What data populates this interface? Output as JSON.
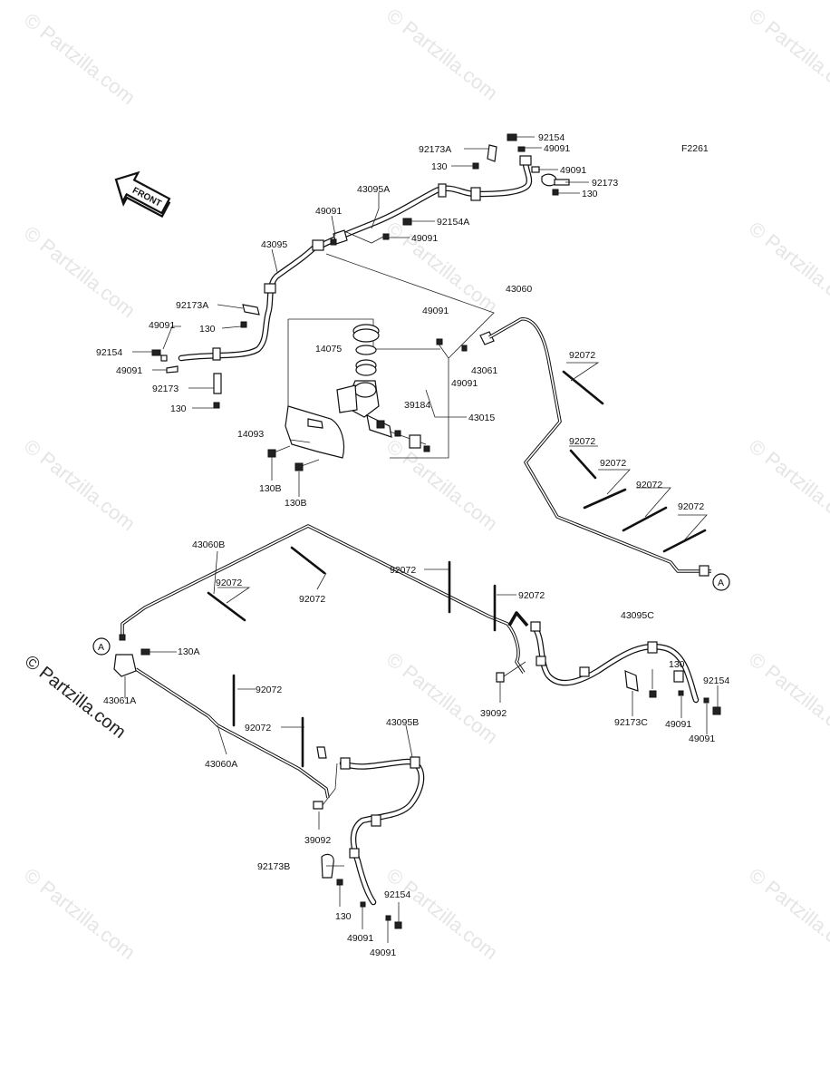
{
  "diagram": {
    "figure_code": "F2261",
    "front_label": "FRONT",
    "watermark": "© Partzilla.com",
    "connector_a": "A",
    "labels": {
      "p92154_top": "92154",
      "p92173A_top": "92173A",
      "p49091_top_r": "49091",
      "p130_top": "130",
      "p49091_top_r2": "49091",
      "p92173_top": "92173",
      "p130_top_r": "130",
      "p43095A": "43095A",
      "p49091_mid": "49091",
      "p92154A": "92154A",
      "p49091_mid2": "49091",
      "p43095": "43095",
      "p92173A_left": "92173A",
      "p49091_left": "49091",
      "p130_left": "130",
      "p92154_left": "92154",
      "p49091_left2": "49091",
      "p92173_left": "92173",
      "p130_left2": "130",
      "p43060": "43060",
      "p49091_mc": "49091",
      "p14075": "14075",
      "p43061": "43061",
      "p49091_mc2": "49091",
      "p92072_r1": "92072",
      "p39184": "39184",
      "p43015": "43015",
      "p14093": "14093",
      "p130B_1": "130B",
      "p130B_2": "130B",
      "p92072_r2": "92072",
      "p92072_r3": "92072",
      "p92072_r4": "92072",
      "p92072_r5": "92072",
      "p43060B": "43060B",
      "p92072_b1": "92072",
      "p92072_b2": "92072",
      "p92072_b3": "92072",
      "p92072_b4": "92072",
      "p43095C": "43095C",
      "p130A": "130A",
      "p43061A": "43061A",
      "p92072_b5": "92072",
      "p130_br": "130",
      "p92154_br": "92154",
      "p39092_r": "39092",
      "p92173C": "92173C",
      "p49091_br": "49091",
      "p49091_br2": "49091",
      "p92072_b6": "92072",
      "p43095B": "43095B",
      "p43060A": "43060A",
      "p39092_b": "39092",
      "p92173B": "92173B",
      "p92154_bot": "92154",
      "p130_bot": "130",
      "p49091_bot": "49091",
      "p49091_bot2": "49091"
    }
  }
}
